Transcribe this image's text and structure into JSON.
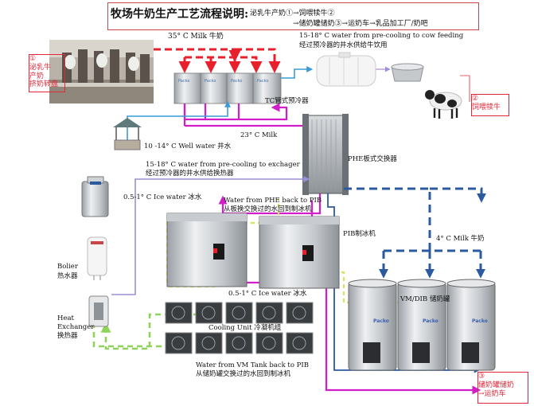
{
  "title": {
    "main": "牧场牛奶生产工艺流程说明:",
    "line1": "泌乳牛产奶①→饲喂犊牛②",
    "line2": "→储奶罐储奶③→运奶车→乳品加工厂/奶吧"
  },
  "callouts": {
    "c1": [
      "①",
      "泌乳牛",
      "产奶",
      "挤奶转盘"
    ],
    "c2": [
      "②",
      "饲喂犊牛"
    ],
    "c3": [
      "③",
      "储奶罐储奶",
      "→运奶车"
    ]
  },
  "labels": {
    "milk35": "35° C Milk 牛奶",
    "cowfeed_en": "15-18° C water from pre-cooling to cow feeding",
    "cowfeed_cn": "经过预冷器的井水供给牛饮用",
    "tc": "TC管式预冷器",
    "milk23": "23° C Milk",
    "well": "10 -14° C Well water 井水",
    "phe": "PHE板式交换器",
    "exch_en": "15-18° C water from pre-cooling to exchager",
    "exch_cn": "经过预冷器的井水供给换热器",
    "ice1": "0.5-1° C Ice water 冰水",
    "phe_back_en": "Water from PHE back to PIB",
    "phe_back_cn": "从板换交换过的水回到制冰机",
    "pib": "PIB制冰机",
    "milk4": "4° C Milk 牛奶",
    "boiler_en": "Bolier",
    "boiler_cn": "热水器",
    "ice2": "0.5-1° C Ice water 冰水",
    "vm": "VM/DIB 储奶罐",
    "hx_en1": "Heat",
    "hx_en2": "Exchanger",
    "hx_cn": "换热器",
    "cooling": "Cooling Unit 冷凝机组",
    "vm_back_en": "Water from VM Tank back to PIB",
    "vm_back_cn": "从储奶罐交换过的水回到制冰机"
  },
  "brand": "Packo",
  "colors": {
    "milk_hot": "#e8202c",
    "ice": "#d11ec8",
    "well": "#3a9bd8",
    "cold_milk": "#2c5aa0",
    "heat": "#90d35a",
    "boiler": "#9b8fd6",
    "machine": "#888888"
  }
}
